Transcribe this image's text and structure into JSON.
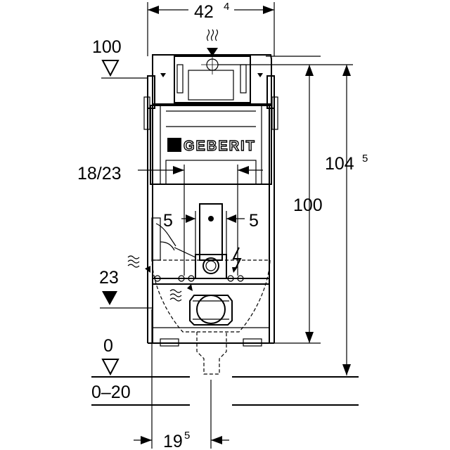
{
  "colors": {
    "line": "#000000",
    "background": "#ffffff"
  },
  "brand": "GEBERIT",
  "dimensions": {
    "width_main": "42",
    "width_sup": "4",
    "flush_height": "100",
    "frame_height": "100",
    "total_height_main": "104",
    "total_height_sup": "5",
    "outlet_spacing": "18/23",
    "left_offset": "5",
    "right_offset": "5",
    "supply_height": "23",
    "floor_level": "0",
    "floor_range": "0–20",
    "wall_offset_main": "19",
    "wall_offset_sup": "5"
  },
  "icons": [
    "water-supply-icon",
    "electrical-icon",
    "level-marker-icon"
  ]
}
